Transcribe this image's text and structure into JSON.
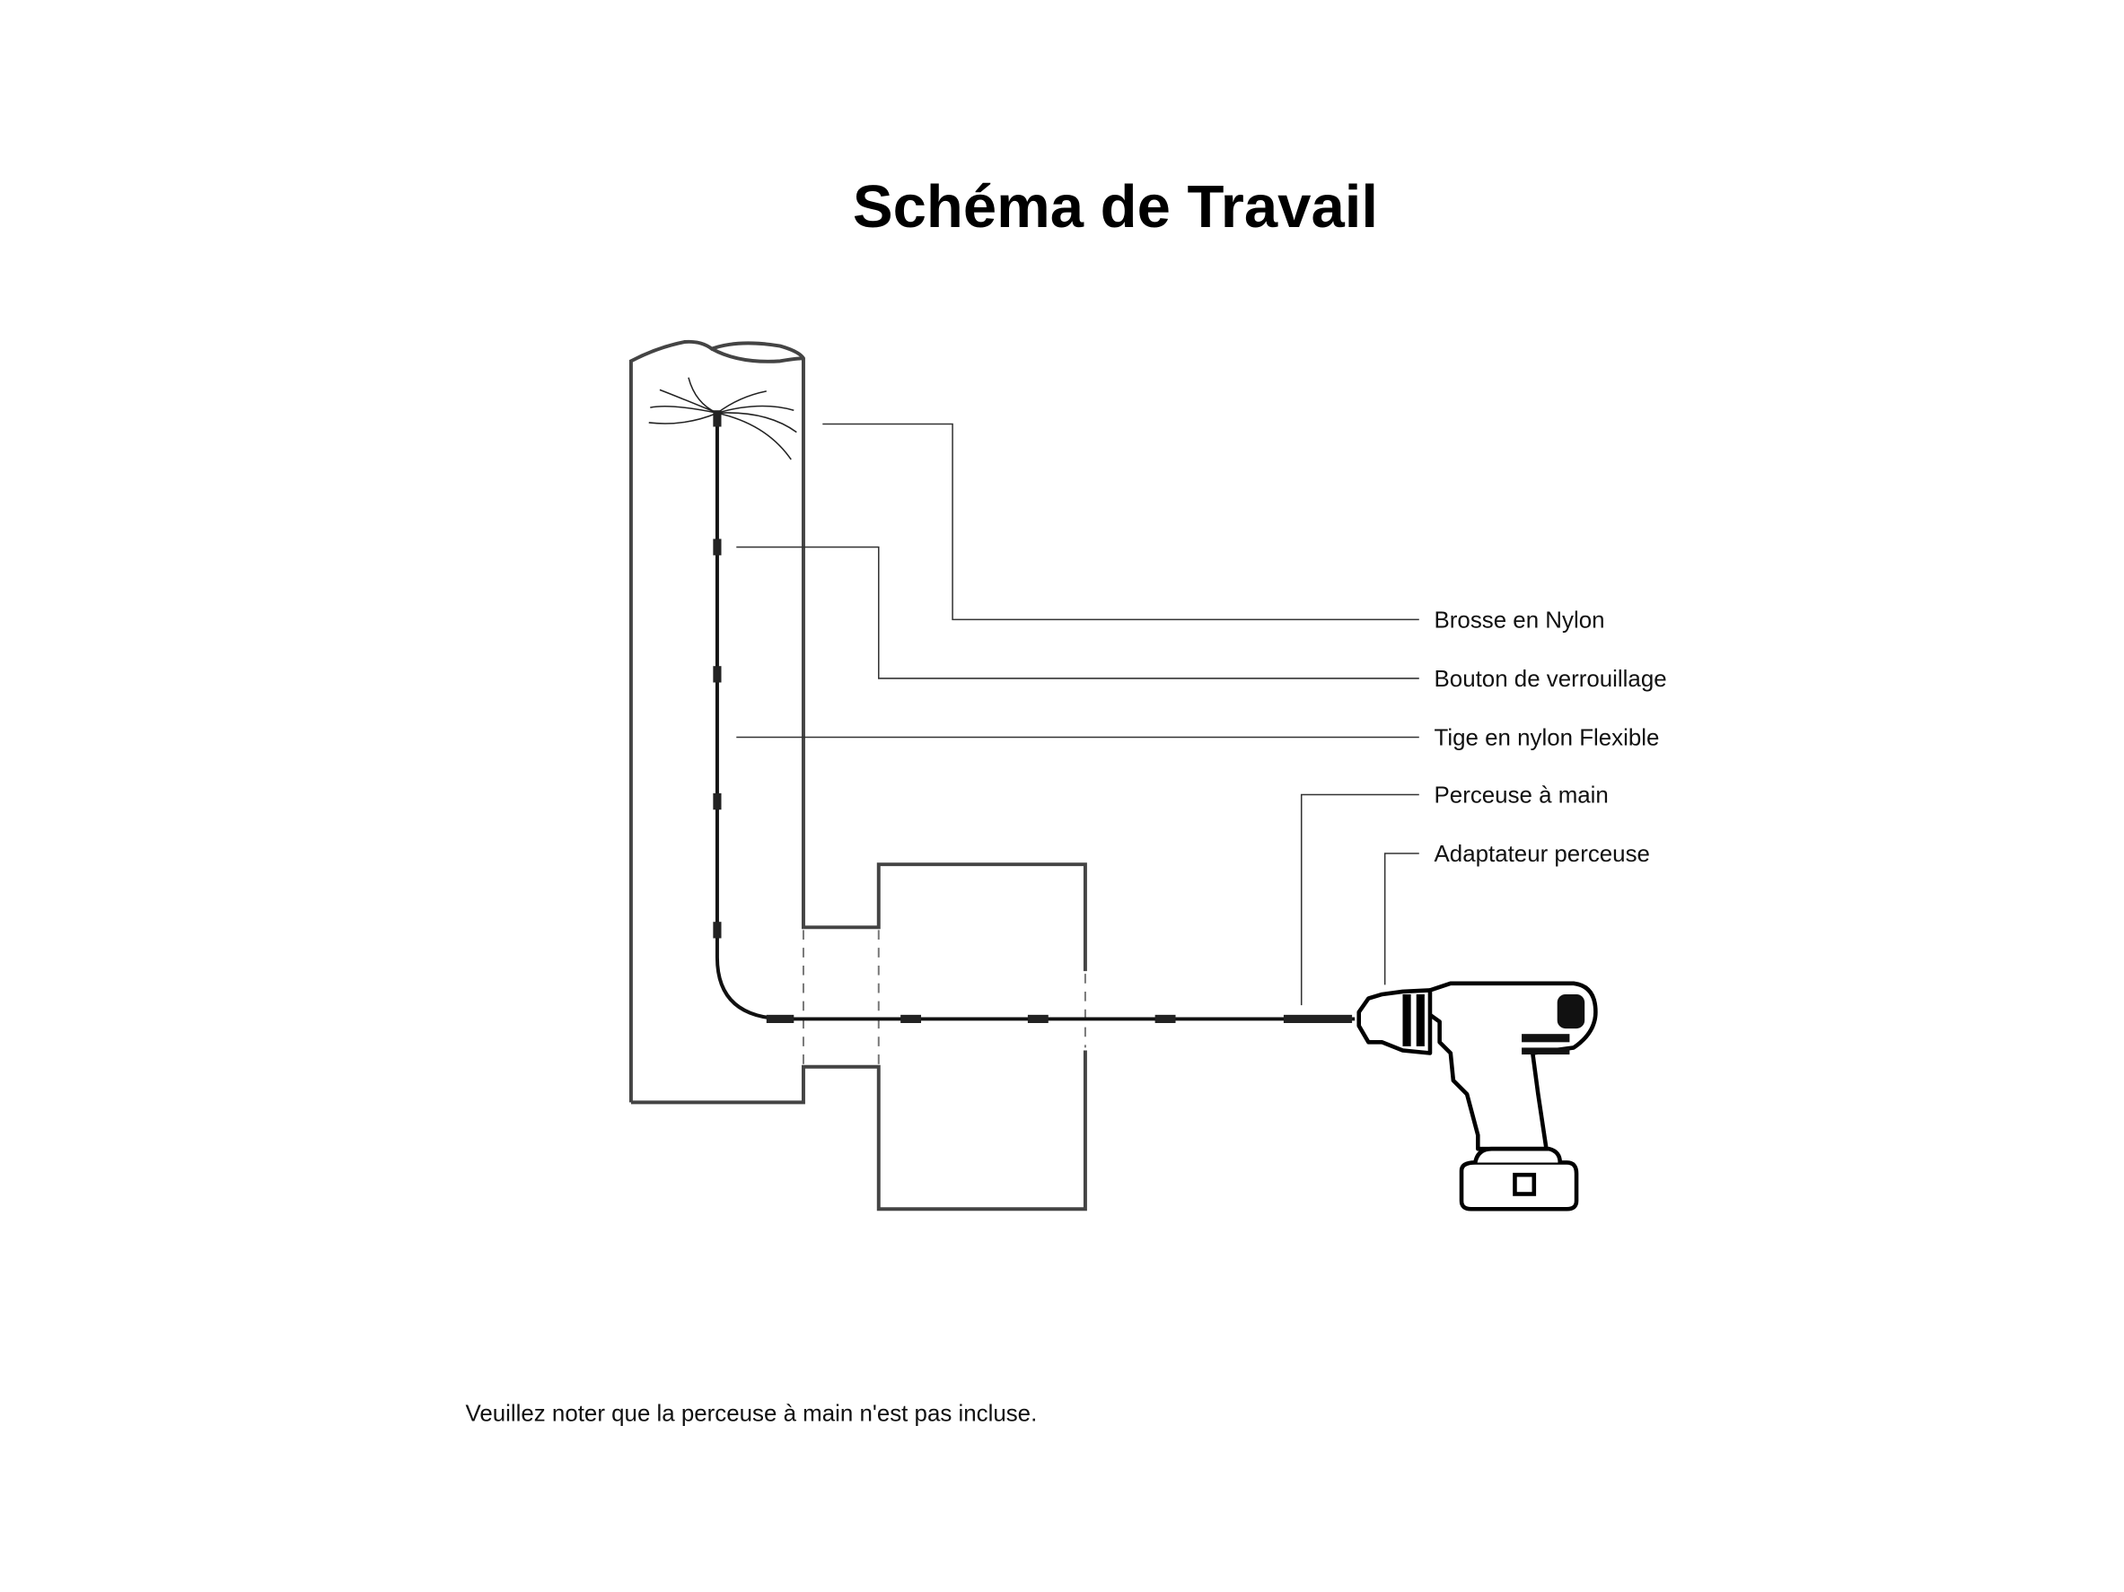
{
  "title": "Schéma de Travail",
  "labels": [
    "Brosse en Nylon",
    "Bouton de verrouillage",
    "Tige en nylon Flexible",
    "Perceuse à main",
    "Adaptateur perceuse"
  ],
  "note": "Veuillez noter que la perceuse à main n'est pas incluse."
}
